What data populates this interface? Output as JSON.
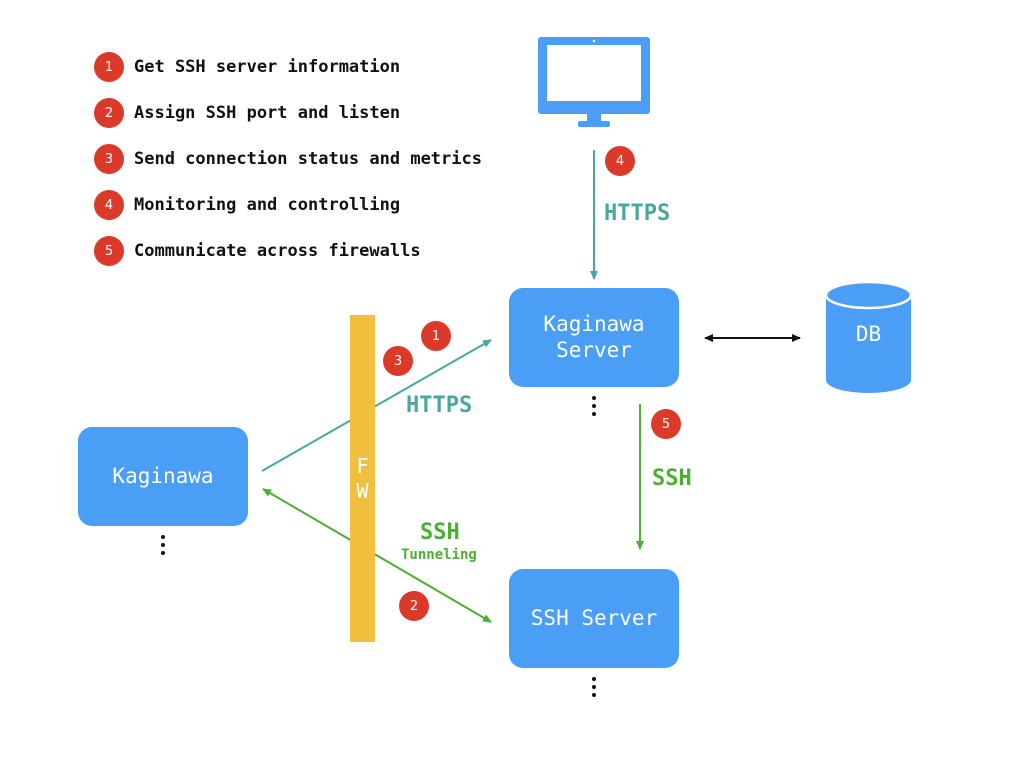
{
  "legend": [
    {
      "num": "1",
      "text": "Get SSH server information"
    },
    {
      "num": "2",
      "text": "Assign SSH port and listen"
    },
    {
      "num": "3",
      "text": "Send connection status and metrics"
    },
    {
      "num": "4",
      "text": "Monitoring and controlling"
    },
    {
      "num": "5",
      "text": "Communicate across firewalls"
    }
  ],
  "nodes": {
    "kaginawa": "Kaginawa",
    "kaginawa_server_line1": "Kaginawa",
    "kaginawa_server_line2": "Server",
    "ssh_server": "SSH Server",
    "db": "DB"
  },
  "firewall": {
    "letter1": "F",
    "letter2": "W"
  },
  "edges": {
    "monitor_https": {
      "label": "HTTPS",
      "badge": "4"
    },
    "kaginawa_https": {
      "label": "HTTPS",
      "badges": [
        "1",
        "3"
      ]
    },
    "server_ssh": {
      "label": "SSH",
      "badge": "5"
    },
    "tunnel": {
      "label": "SSH",
      "sublabel": "Tunneling",
      "badge": "2"
    }
  },
  "colors": {
    "node": "#4A9EF5",
    "badge": "#DB3A2A",
    "https": "#49A89E",
    "ssh": "#4CAF32",
    "firewall": "#F0BF3E",
    "db_arrow": "#111111"
  },
  "icons": {
    "monitor": "monitor-icon",
    "database": "database-icon"
  }
}
